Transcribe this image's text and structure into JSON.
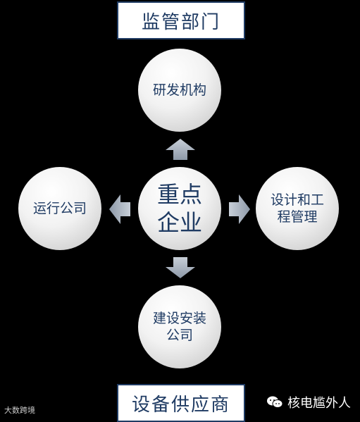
{
  "top_box": "监管部门",
  "bottom_box": "设备供应商",
  "nodes": {
    "top": "研发机构",
    "left": "运行公司",
    "right": "设计和工程管理",
    "bottom": "建设安装公司",
    "center": "重点企业"
  },
  "watermark_right": "核电尴外人",
  "watermark_left": "大数跨境"
}
